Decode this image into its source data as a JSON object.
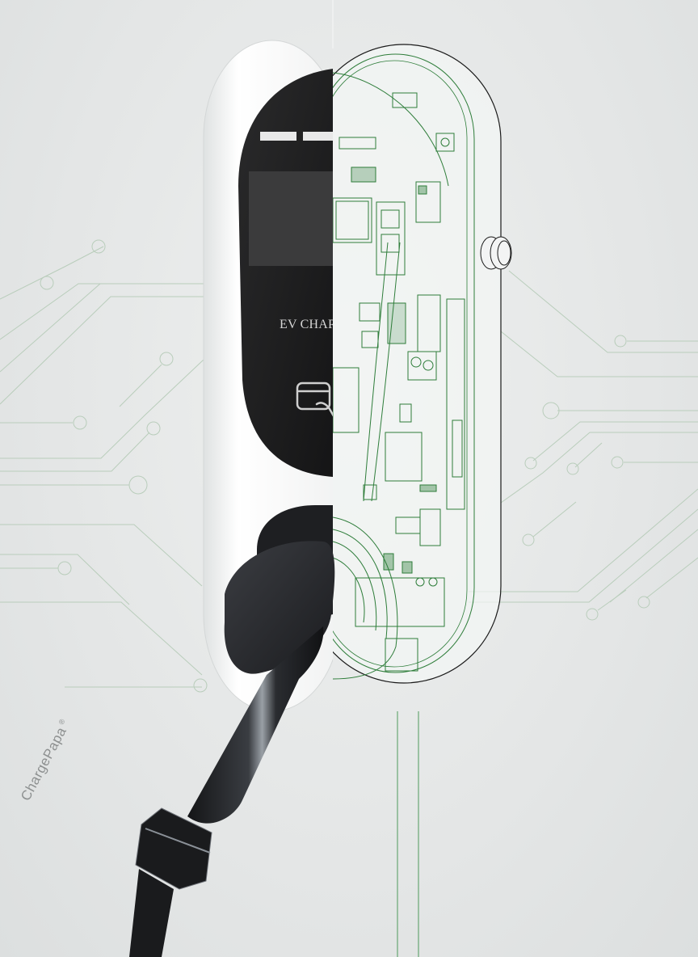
{
  "image": {
    "subject": "EV wall charger with half exposed internal circuit board",
    "device_label": "EV CHAR",
    "brand_watermark": "ChargePapa",
    "brand_mark": "®",
    "icons": {
      "card_tap": "rfid-card-tap-icon",
      "status_leds": "status-led-bars"
    },
    "colors": {
      "background": "#e6e8e8",
      "face_panel": "#1e1e1f",
      "screen": "#3a3a3b",
      "shell": "#f4f5f5",
      "circuit_green": "#2e7d3a",
      "trace_light": "#b8cfbb",
      "connector": "#222326"
    }
  }
}
